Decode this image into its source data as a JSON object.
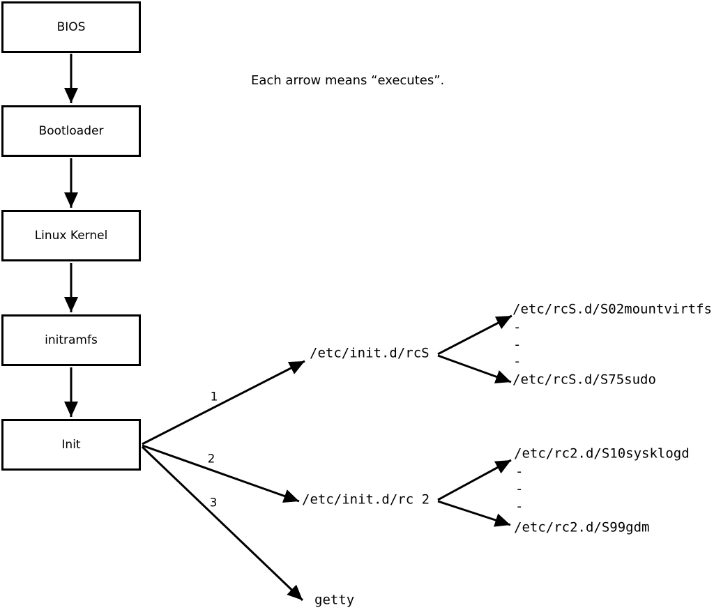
{
  "caption": "Each arrow means “executes”.",
  "chain": [
    {
      "label": "BIOS"
    },
    {
      "label": "Bootloader"
    },
    {
      "label": "Linux Kernel"
    },
    {
      "label": "initramfs"
    },
    {
      "label": "Init"
    }
  ],
  "branches": [
    {
      "order": "1",
      "target": "/etc/init.d/rcS",
      "children": {
        "first": "/etc/rcS.d/S02mountvirtfs",
        "omitted": [
          "-",
          "-",
          "-"
        ],
        "last": "/etc/rcS.d/S75sudo"
      }
    },
    {
      "order": "2",
      "target": "/etc/init.d/rc 2",
      "children": {
        "first": "/etc/rc2.d/S10sysklogd",
        "omitted": [
          "-",
          "-",
          "-"
        ],
        "last": "/etc/rc2.d/S99gdm"
      }
    },
    {
      "order": "3",
      "target": "getty"
    }
  ]
}
